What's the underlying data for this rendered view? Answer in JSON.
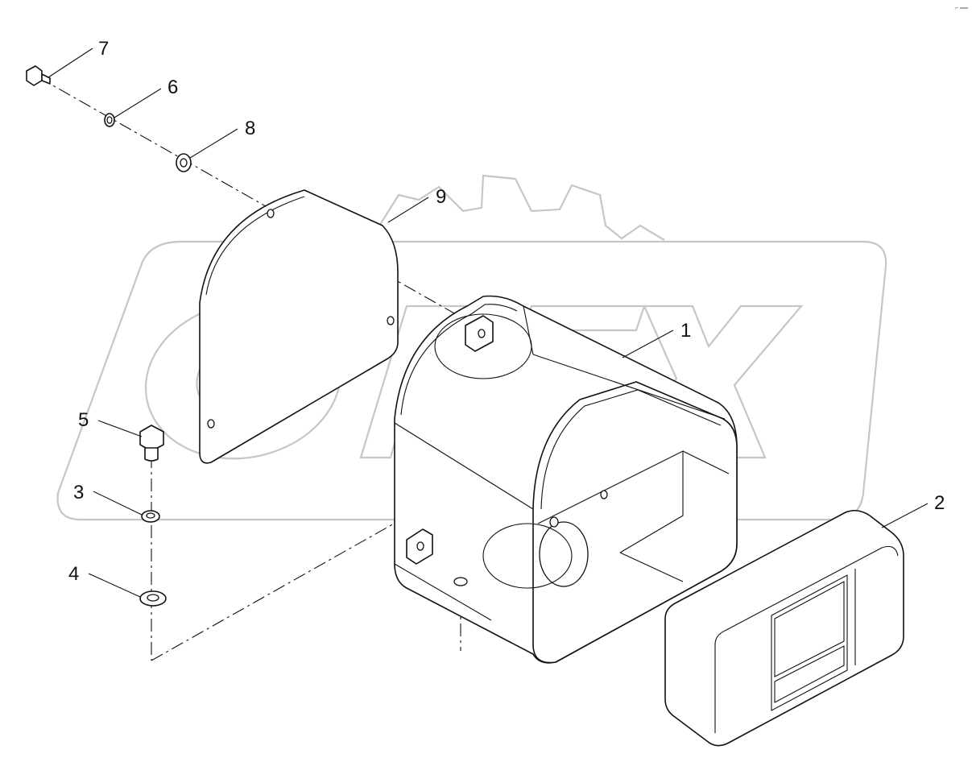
{
  "diagram": {
    "type": "exploded-assembly-drawing",
    "corner_mark": "⌐ ══",
    "watermark": {
      "text": "OPEX",
      "color": "#c6c6c6"
    },
    "callouts": [
      {
        "id": "callout-1",
        "label": "1"
      },
      {
        "id": "callout-2",
        "label": "2"
      },
      {
        "id": "callout-3",
        "label": "3"
      },
      {
        "id": "callout-4",
        "label": "4"
      },
      {
        "id": "callout-5",
        "label": "5"
      },
      {
        "id": "callout-6",
        "label": "6"
      },
      {
        "id": "callout-7",
        "label": "7"
      },
      {
        "id": "callout-8",
        "label": "8"
      },
      {
        "id": "callout-9",
        "label": "9"
      }
    ],
    "colors": {
      "line": "#111111",
      "background": "#ffffff"
    }
  }
}
